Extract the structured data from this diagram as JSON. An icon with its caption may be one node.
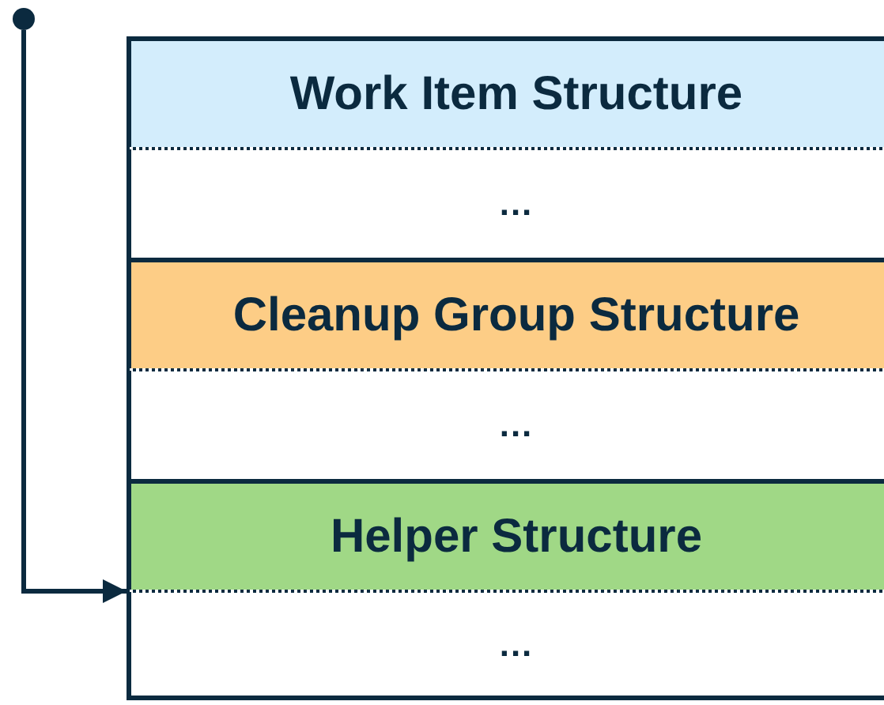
{
  "diagram": {
    "nodes": [
      {
        "text": [],
        "shape": "circle"
      },
      {
        "text": [
          "Work Item Structure"
        ]
      },
      {
        "text": [
          "..."
        ]
      },
      {
        "text": [
          "Cleanup Group Structure"
        ]
      },
      {
        "text": [
          "..."
        ]
      },
      {
        "text": [
          "Helper Structure"
        ]
      },
      {
        "text": [
          "..."
        ]
      }
    ],
    "edges": [
      {
        "from": 0,
        "to": 6,
        "arrow": "to"
      }
    ]
  }
}
